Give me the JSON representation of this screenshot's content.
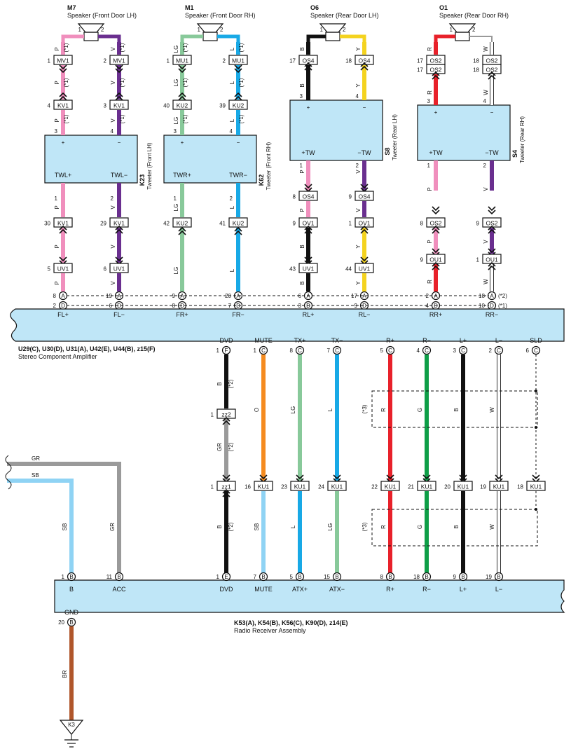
{
  "colors": {
    "panel_fill": "#bfe6f7",
    "P": "#f08fbd",
    "V": "#6a2f8f",
    "LG": "#88c99a",
    "L": "#18a9e6",
    "B": "#111111",
    "Y": "#f4d31f",
    "R": "#e8212a",
    "W": "#ffffff",
    "O": "#f58b1f",
    "G": "#0e9e47",
    "GR": "#9a9a9a",
    "SB": "#8fd3f4",
    "BR": "#b0562b"
  },
  "speakers": [
    {
      "id": "M7",
      "name": "Speaker (Front Door LH)",
      "pin1": "1",
      "pin2": "2"
    },
    {
      "id": "M1",
      "name": "Speaker (Front Door RH)",
      "pin1": "1",
      "pin2": "2"
    },
    {
      "id": "O6",
      "name": "Speaker (Rear Door LH)",
      "pin1": "1",
      "pin2": "2"
    },
    {
      "id": "O1",
      "name": "Speaker (Rear Door RH)",
      "pin1": "1",
      "pin2": "2"
    }
  ],
  "tweeters": [
    {
      "id": "K23",
      "name": "Tweeter (Front LH)",
      "plus": "+",
      "minus": "−",
      "out_plus": "TWL+",
      "out_minus": "TWL−"
    },
    {
      "id": "K62",
      "name": "Tweeter (Front RH)",
      "plus": "+",
      "minus": "−",
      "out_plus": "TWR+",
      "out_minus": "TWR−"
    },
    {
      "id": "S8",
      "name": "Tweeter (Rear LH)",
      "plus": "+",
      "minus": "−",
      "out_plus": "+TW",
      "out_minus": "−TW"
    },
    {
      "id": "S4",
      "name": "Tweeter (Rear RH)",
      "plus": "+",
      "minus": "−",
      "out_plus": "+TW",
      "out_minus": "−TW"
    }
  ],
  "channels": [
    {
      "wires": [
        {
          "color": "P",
          "sp_pin": "1",
          "c1_pin": "1",
          "c1": "MV1",
          "c2_pin": "4",
          "c2": "KV1",
          "tw_in": "3",
          "tw_out": "1",
          "c3_pin": "30",
          "c3": "KV1",
          "c4_pin": "5",
          "c4": "UV1",
          "a_pin": "8",
          "d_pin": "2",
          "amp": "FL+",
          "note": "(*1)"
        },
        {
          "color": "V",
          "sp_pin": "2",
          "c1_pin": "2",
          "c1": "MV1",
          "c2_pin": "3",
          "c2": "KV1",
          "tw_in": "4",
          "tw_out": "2",
          "c3_pin": "29",
          "c3": "KV1",
          "c4_pin": "6",
          "c4": "UV1",
          "a_pin": "19",
          "d_pin": "6",
          "amp": "FL−",
          "note": "(*1)"
        }
      ]
    },
    {
      "wires": [
        {
          "color": "LG",
          "sp_pin": "1",
          "c1_pin": "1",
          "c1": "MU1",
          "c2_pin": "40",
          "c2": "KU2",
          "tw_in": "3",
          "tw_out": "1",
          "c3_pin": "42",
          "c3": "KU2",
          "a_pin": "9",
          "d_pin": "8",
          "amp": "FR+",
          "note": "(*1)"
        },
        {
          "color": "L",
          "sp_pin": "2",
          "c1_pin": "2",
          "c1": "MU1",
          "c2_pin": "39",
          "c2": "KU2",
          "tw_in": "4",
          "tw_out": "2",
          "c3_pin": "41",
          "c3": "KU2",
          "a_pin": "20",
          "d_pin": "7",
          "amp": "FR−",
          "note": "(*1)"
        }
      ]
    },
    {
      "wires": [
        {
          "color": "B",
          "sp_pin": "1",
          "c1_pin": "17",
          "c1": "OS4",
          "tw_in": "3",
          "tw_out": "1",
          "c2_pin": "8",
          "c2": "OS4",
          "c3_pin": "9",
          "c3": "OV1",
          "c4_pin": "43",
          "c4": "UV1",
          "a_pin": "6",
          "d_pin": "3",
          "amp": "RL+",
          "low": "P",
          "low2": "B"
        },
        {
          "color": "Y",
          "sp_pin": "2",
          "c1_pin": "18",
          "c1": "OS4",
          "tw_in": "4",
          "tw_out": "2",
          "c2_pin": "9",
          "c2": "OS4",
          "c3_pin": "1",
          "c3": "OV1",
          "c4_pin": "44",
          "c4": "UV1",
          "a_pin": "17",
          "d_pin": "9",
          "amp": "RL−",
          "low": "V",
          "low2": "Y"
        }
      ]
    },
    {
      "wires": [
        {
          "color": "R",
          "sp_pin": "1",
          "c1_pin": "17",
          "c1": "OS2",
          "tw_in": "3",
          "tw_out": "1",
          "c2_pin": "8",
          "c2": "OS2",
          "c3_pin": "9",
          "c3": "OU1",
          "a_pin": "2",
          "d_pin": "4",
          "amp": "RR+",
          "low": "P",
          "low2": "R"
        },
        {
          "color": "W",
          "sp_pin": "2",
          "c1_pin": "18",
          "c1": "OS2",
          "tw_in": "4",
          "tw_out": "2",
          "c2_pin": "9",
          "c2": "OS2",
          "c3_pin": "1",
          "c3": "OU1",
          "a_pin": "18",
          "d_pin": "10",
          "amp": "RR−",
          "low": "V",
          "low2": "W",
          "a_note": "(*2)",
          "d_note": "(*1)"
        }
      ]
    }
  ],
  "amplifier": {
    "title": "U29(C), U30(D), U31(A), U42(E), U44(B), z15(F)",
    "name": "Stereo Component Amplifier"
  },
  "amp_bottom_pins": [
    {
      "label": "DVD",
      "pin": "1",
      "conn": "F"
    },
    {
      "label": "MUTE",
      "pin": "1",
      "conn": "C"
    },
    {
      "label": "TX+",
      "pin": "8",
      "conn": "C"
    },
    {
      "label": "TX−",
      "pin": "7",
      "conn": "C"
    },
    {
      "label": "R+",
      "pin": "5",
      "conn": "C"
    },
    {
      "label": "R−",
      "pin": "4",
      "conn": "C"
    },
    {
      "label": "L+",
      "pin": "3",
      "conn": "C"
    },
    {
      "label": "L−",
      "pin": "2",
      "conn": "C"
    },
    {
      "label": "SLD",
      "pin": "6",
      "conn": "C"
    }
  ],
  "lower_wires": [
    {
      "color": "B",
      "mid": "zz2",
      "mid_pin": "1",
      "upper": "B",
      "lower_c": "GR",
      "note": "(*2)",
      "ku_pin": "1",
      "ku": "zz1",
      "bot": "B",
      "bot_note": "(*2)"
    },
    {
      "color": "O",
      "upper": "O",
      "ku_pin": "16",
      "ku": "KU1",
      "bot": "SB"
    },
    {
      "color": "LG",
      "upper": "LG",
      "ku_pin": "23",
      "ku": "KU1",
      "bot": "L"
    },
    {
      "color": "L",
      "upper": "L",
      "ku_pin": "24",
      "ku": "KU1",
      "bot": "LG"
    },
    {
      "color": "R",
      "upper": "R",
      "ku_pin": "22",
      "ku": "KU1",
      "bot": "R"
    },
    {
      "color": "G",
      "upper": "G",
      "ku_pin": "21",
      "ku": "KU1",
      "bot": "G"
    },
    {
      "color": "B",
      "upper": "B",
      "ku_pin": "20",
      "ku": "KU1",
      "bot": "B"
    },
    {
      "color": "W",
      "upper": "W",
      "ku_pin": "19",
      "ku": "KU1",
      "bot": "W"
    },
    {
      "color": "SLD",
      "ku_pin": "18",
      "ku": "KU1"
    }
  ],
  "shield_note": "(*3)",
  "radio": {
    "title": "K53(A), K54(B), K56(C), K90(D), z14(E)",
    "name": "Radio Receiver Assembly",
    "pins": [
      {
        "label": "B",
        "pin": "1",
        "conn": "B"
      },
      {
        "label": "ACC",
        "pin": "11",
        "conn": "B"
      },
      {
        "label": "DVD",
        "pin": "1",
        "conn": "E"
      },
      {
        "label": "MUTE",
        "pin": "7",
        "conn": "B"
      },
      {
        "label": "ATX+",
        "pin": "5",
        "conn": "B"
      },
      {
        "label": "ATX−",
        "pin": "15",
        "conn": "B"
      },
      {
        "label": "R+",
        "pin": "8",
        "conn": "B"
      },
      {
        "label": "R−",
        "pin": "18",
        "conn": "B"
      },
      {
        "label": "L+",
        "pin": "9",
        "conn": "B"
      },
      {
        "label": "L−",
        "pin": "19",
        "conn": "B"
      }
    ],
    "gnd_label": "GND",
    "gnd_pin": "20",
    "gnd_conn": "B"
  },
  "power_wires": [
    {
      "label": "GR"
    },
    {
      "label": "SB"
    }
  ],
  "ground": {
    "wire": "BR",
    "id": "K3"
  }
}
